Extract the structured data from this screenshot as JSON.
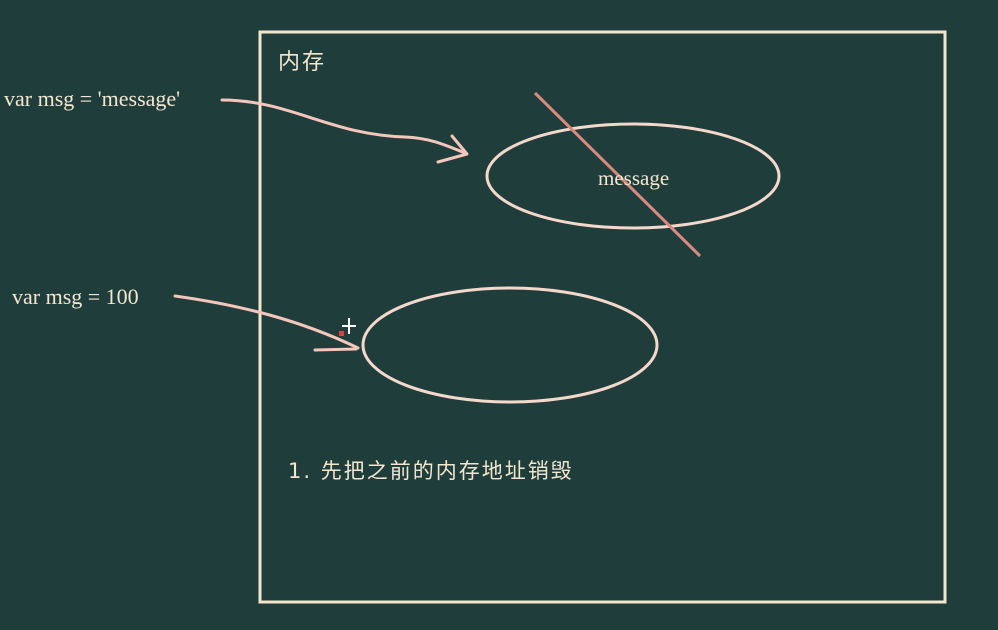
{
  "colors": {
    "background": "#1f3e3b",
    "chalk": "#f3e6cf",
    "arrow": "#f4c6bc",
    "ellipse": "#f5d8cc",
    "strike": "#d98a80"
  },
  "code": {
    "line1": "var msg = 'message'",
    "line2": "var msg = 100"
  },
  "memory": {
    "title": "内存",
    "old_value": "message",
    "note": "1. 先把之前的内存地址销毁"
  },
  "cursor": {
    "icon": "move-cursor-icon"
  }
}
